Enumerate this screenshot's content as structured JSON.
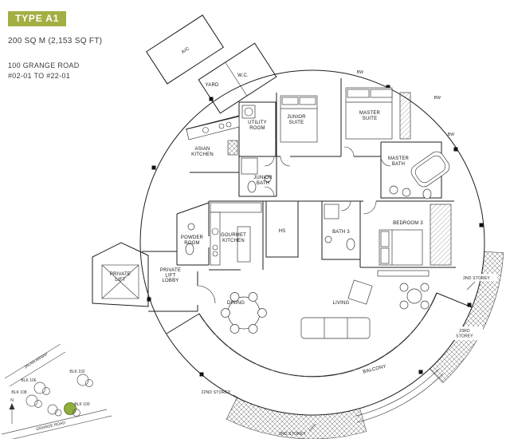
{
  "header": {
    "type": "TYPE A1",
    "area": "200 SQ M (2,153 SQ FT)",
    "address": "100 GRANGE ROAD",
    "units": "#02-01 TO #22-01",
    "highlight_color": "#a3af42"
  },
  "plan": {
    "labels": {
      "ac": "A/C",
      "yard": "YARD",
      "wc": "W.C.",
      "utility_room": "UTILITY\nROOM",
      "junior_suite": "JUNIOR\nSUITE",
      "master_suite": "MASTER\nSUITE",
      "bw_top": "BW",
      "bw_upper_right": "BW",
      "bw_right": "BW",
      "asian_kitchen": "ASIAN\nKITCHEN",
      "junior_bath": "JUNIOR\nBATH",
      "master_bath": "MASTER\nBATH",
      "gourmet_kitchen": "GOURMET\nKITCHEN",
      "powder_room": "POWDER\nROOM",
      "hs": "HS",
      "bath_3": "BATH 3",
      "bedroom_3": "BEDROOM 3",
      "private_lift": "PRIVATE\nLIFT",
      "private_lift_lobby": "PRIVATE\nLIFT\nLOBBY",
      "dining": "DINING",
      "living": "LIVING",
      "balcony": "BALCONY",
      "storey_2nd_right": "2ND STOREY",
      "storey_23rd": "23RD\nSTOREY",
      "storey_22nd": "22ND STOREY",
      "storey_2nd_bottom": "2ND STOREY"
    }
  },
  "keyplan": {
    "roads": {
      "jalan_arnap": "JALAN ARNAP",
      "grange_road": "GRANGE ROAD"
    },
    "blocks": {
      "blk_106": "BLK 106",
      "blk_102": "BLK 102",
      "blk_108": "BLK 108",
      "blk_100": "BLK 100"
    },
    "north": "N",
    "highlight_color": "#8fae3c"
  }
}
